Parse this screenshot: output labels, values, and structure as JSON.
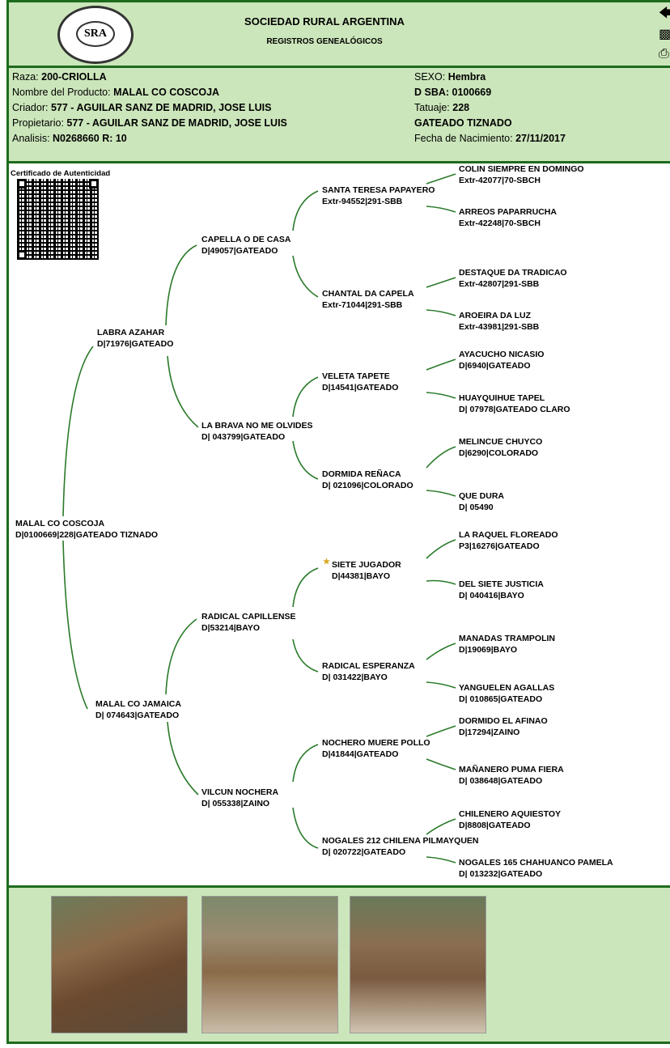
{
  "header": {
    "title": "SOCIEDAD RURAL ARGENTINA",
    "subtitle": "REGISTROS GENEALÓGICOS",
    "logo_text": "SRA"
  },
  "info": {
    "raza_label": "Raza: ",
    "raza": "200-CRIOLLA",
    "nombre_label": "Nombre del Producto: ",
    "nombre": "MALAL CO COSCOJA",
    "criador_label": "Criador: ",
    "criador": "577 - AGUILAR SANZ DE MADRID, JOSE LUIS",
    "propietario_label": "Propietario: ",
    "propietario": "577 - AGUILAR SANZ DE MADRID, JOSE LUIS",
    "analisis_label": "Analisis: ",
    "analisis": "N0268660 R: 10",
    "sexo_label": "SEXO: ",
    "sexo": "Hembra",
    "dsba": "D SBA: 0100669",
    "tatuaje_label": "Tatuaje: ",
    "tatuaje": "228",
    "pelaje": "GATEADO TIZNADO",
    "fecha_label": "Fecha de Nacimiento: ",
    "fecha": "27/11/2017"
  },
  "certificate_label": "Certificado de Autenticidad",
  "pedigree": [
    {
      "name": "MALAL CO COSCOJA",
      "reg": "D|0100669|228|GATEADO TIZNADO"
    },
    {
      "name": "LABRA AZAHAR",
      "reg": "D|71976|GATEADO"
    },
    {
      "name": "MALAL CO JAMAICA",
      "reg": "D| 074643|GATEADO"
    },
    {
      "name": "CAPELLA O DE CASA",
      "reg": "D|49057|GATEADO"
    },
    {
      "name": "LA BRAVA NO ME OLVIDES",
      "reg": "D| 043799|GATEADO"
    },
    {
      "name": "RADICAL CAPILLENSE",
      "reg": "D|53214|BAYO"
    },
    {
      "name": "VILCUN NOCHERA",
      "reg": "D| 055338|ZAINO"
    },
    {
      "name": "SANTA TERESA PAPAYERO",
      "reg": "Extr-94552|291-SBB"
    },
    {
      "name": "CHANTAL DA CAPELA",
      "reg": "Extr-71044|291-SBB"
    },
    {
      "name": "VELETA TAPETE",
      "reg": "D|14541|GATEADO"
    },
    {
      "name": "DORMIDA REÑACA",
      "reg": "D| 021096|COLORADO"
    },
    {
      "name": "SIETE JUGADOR",
      "reg": "D|44381|BAYO"
    },
    {
      "name": "RADICAL ESPERANZA",
      "reg": "D| 031422|BAYO"
    },
    {
      "name": "NOCHERO MUERE POLLO",
      "reg": "D|41844|GATEADO"
    },
    {
      "name": "NOGALES 212 CHILENA PILMAYQUEN",
      "reg": "D| 020722|GATEADO"
    },
    {
      "name": "COLIN SIEMPRE EN DOMINGO",
      "reg": "Extr-42077|70-SBCH"
    },
    {
      "name": "ARREOS PAPARRUCHA",
      "reg": "Extr-42248|70-SBCH"
    },
    {
      "name": "DESTAQUE DA TRADICAO",
      "reg": "Extr-42807|291-SBB"
    },
    {
      "name": "AROEIRA DA LUZ",
      "reg": "Extr-43981|291-SBB"
    },
    {
      "name": "AYACUCHO NICASIO",
      "reg": "D|6940|GATEADO"
    },
    {
      "name": "HUAYQUIHUE TAPEL",
      "reg": "D| 07978|GATEADO CLARO"
    },
    {
      "name": "MELINCUE CHUYCO",
      "reg": "D|6290|COLORADO"
    },
    {
      "name": "QUE DURA",
      "reg": "D| 05490"
    },
    {
      "name": "LA RAQUEL FLOREADO",
      "reg": "P3|16276|GATEADO"
    },
    {
      "name": "DEL SIETE JUSTICIA",
      "reg": "D| 040416|BAYO"
    },
    {
      "name": "MANADAS TRAMPOLIN",
      "reg": "D|19069|BAYO"
    },
    {
      "name": "YANGUELEN AGALLAS",
      "reg": "D| 010865|GATEADO"
    },
    {
      "name": "DORMIDO EL AFINAO",
      "reg": "D|17294|ZAINO"
    },
    {
      "name": "MAÑANERO PUMA FIERA",
      "reg": "D| 038648|GATEADO"
    },
    {
      "name": "CHILENERO AQUIESTOY",
      "reg": "D|8808|GATEADO"
    },
    {
      "name": "NOGALES 165 CHAHUANCO PAMELA",
      "reg": "D| 013232|GATEADO"
    }
  ],
  "colors": {
    "band": "#cce6bb",
    "border": "#1d6b1d",
    "line": "#2a7a2a"
  }
}
